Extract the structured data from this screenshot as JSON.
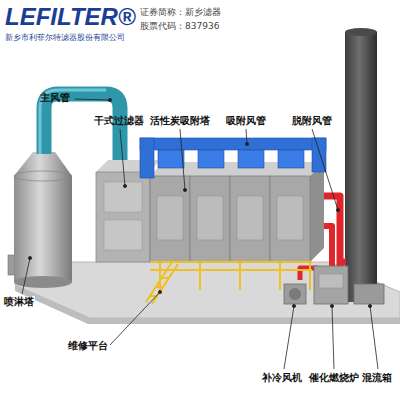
{
  "diagram": {
    "labels": [
      "LEFILTER®",
      "新乡市利菲尔特滤器股份有限公司",
      "证券简称：新乡滤器",
      "股票代码：837936",
      "主风管",
      "干式过滤器",
      "活性炭吸附塔",
      "吸附风管",
      "脱附风管",
      "喷淋塔",
      "维修平台",
      "补冷风机",
      "催化燃烧炉",
      "混流箱"
    ]
  }
}
